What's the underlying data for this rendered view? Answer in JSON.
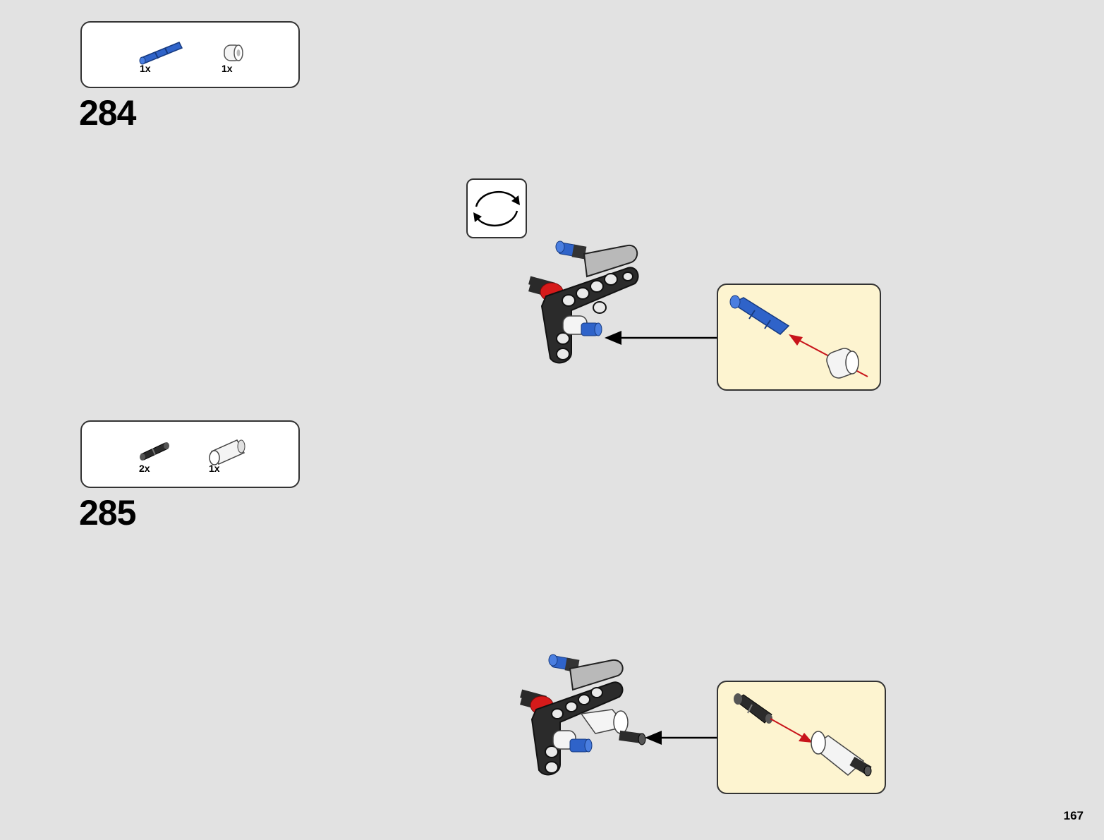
{
  "page": {
    "number": "167"
  },
  "steps": [
    {
      "number": "284",
      "parts": [
        {
          "icon": "blue-long-pin-icon",
          "qty": "1x"
        },
        {
          "icon": "white-bush-icon",
          "qty": "1x"
        }
      ],
      "rotate_icon": "rotate-model-icon"
    },
    {
      "number": "285",
      "parts": [
        {
          "icon": "black-pin-icon",
          "qty": "2x"
        },
        {
          "icon": "white-tube-icon",
          "qty": "1x"
        }
      ]
    }
  ],
  "colors": {
    "background": "#e2e2e2",
    "callout": "#fdf4d0",
    "pin_blue": "#2f63c9",
    "pin_red": "#d61a1a",
    "beam_black": "#2b2b2b",
    "arrow_red": "#c8141a"
  }
}
